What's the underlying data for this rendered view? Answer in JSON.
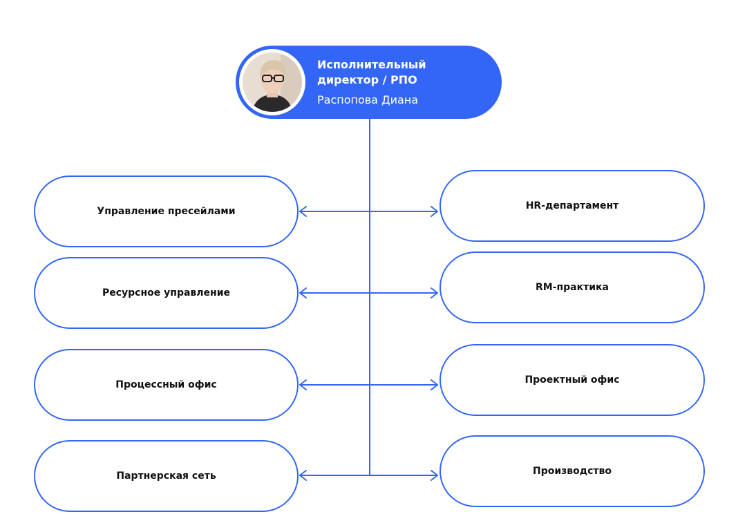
{
  "head": {
    "title": "Исполнительный директор / РПО",
    "name": "Распопова Диана"
  },
  "left_units": [
    {
      "label": "Управление пресейлами"
    },
    {
      "label": "Ресурсное управление"
    },
    {
      "label": "Процессный офис"
    },
    {
      "label": "Партнерская сеть"
    }
  ],
  "right_units": [
    {
      "label": "HR-департамент"
    },
    {
      "label": "RM-практика"
    },
    {
      "label": "Проектный офис"
    },
    {
      "label": "Производство"
    }
  ],
  "colors": {
    "accent": "#3366f6",
    "text": "#111111",
    "background": "#ffffff"
  }
}
